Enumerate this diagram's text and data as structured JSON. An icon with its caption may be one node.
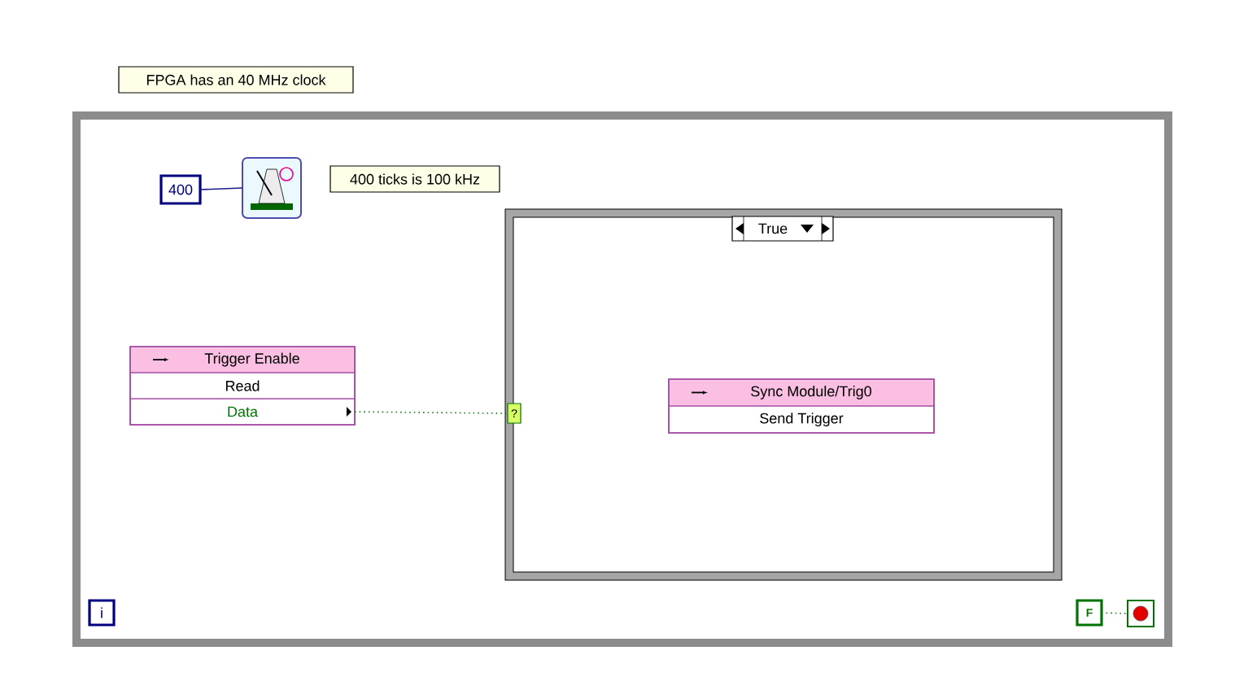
{
  "diagram": {
    "nodes": [
      {
        "text": [
          "FPGA has an 40 MHz clock"
        ]
      },
      {
        "text": [],
        "shape": "box"
      },
      {
        "text": [
          "400"
        ],
        "in": 1
      },
      {
        "text": [],
        "shape": "picture",
        "in": 1
      },
      {
        "text": [
          "400 ticks is 100 kHz"
        ],
        "in": 1
      },
      {
        "text": [
          "True"
        ],
        "in": 1
      },
      {
        "text": [
          "Trigger Enable",
          "Read",
          "Data"
        ],
        "in": 1
      },
      {
        "text": [
          "?"
        ],
        "in": 5
      },
      {
        "text": [
          "Sync Module/Trig0",
          "Send Trigger"
        ],
        "in": 5
      },
      {
        "text": [
          "i"
        ],
        "in": 1
      },
      {
        "text": [
          "F"
        ],
        "in": 1
      },
      {
        "text": [],
        "shape": "button",
        "in": 1
      }
    ],
    "edges": [
      {
        "from": 2,
        "to": 3,
        "arrow": "none",
        "color": "#1a1a8c"
      },
      {
        "from": 6,
        "to": 7,
        "arrow": "none",
        "style": "dashed",
        "color": "#1c7a1c"
      },
      {
        "from": 10,
        "to": 11,
        "arrow": "none",
        "style": "dashed",
        "color": "#1c7a1c"
      }
    ]
  }
}
